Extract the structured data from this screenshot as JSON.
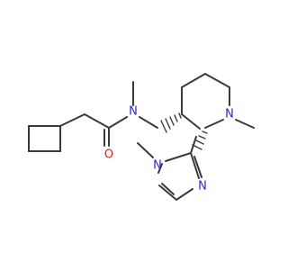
{
  "molecule": {
    "atoms": {
      "amide_n": {
        "label": "N",
        "color": "#2a2ad8"
      },
      "carbonyl_o": {
        "label": "O",
        "color": "#e02020"
      },
      "piperidine_n": {
        "label": "N",
        "color": "#2a2ad8"
      },
      "imidazole_n1": {
        "label": "N",
        "color": "#2a2ad8"
      },
      "imidazole_n3": {
        "label": "N",
        "color": "#2a2ad8"
      }
    },
    "colors": {
      "bond": "#3a3a3a",
      "background": "#ffffff"
    }
  }
}
